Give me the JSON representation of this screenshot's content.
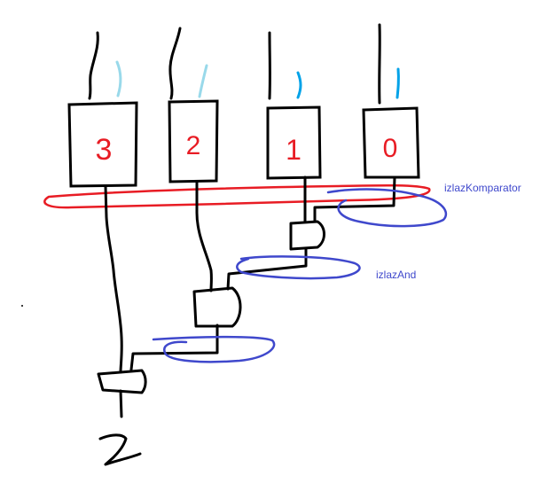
{
  "blocks": [
    {
      "digit": "3"
    },
    {
      "digit": "2"
    },
    {
      "digit": "1"
    },
    {
      "digit": "0"
    }
  ],
  "labels": {
    "komparator": "izlazKomparator",
    "and": "izlazAnd"
  },
  "colors": {
    "ink": "#000000",
    "red": "#e81c24",
    "blue": "#3f48cc",
    "light_blue": "#99d9ea",
    "mid_blue": "#00a2e8"
  }
}
